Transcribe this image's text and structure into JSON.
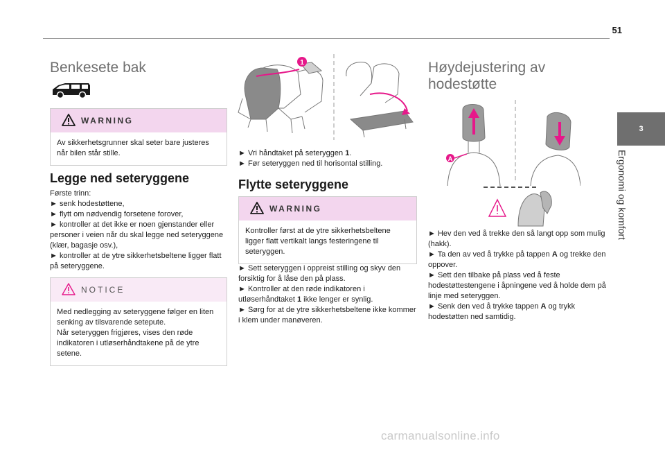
{
  "page": {
    "number": "51",
    "chapter_tab": "3",
    "chapter_title": "Ergonomi og komfort"
  },
  "left": {
    "title": "Benkesete bak",
    "warning": {
      "label": "WARNING",
      "text": "Av sikkerhetsgrunner skal seter bare justeres når bilen står stille."
    },
    "section_title": "Legge ned seteryggene",
    "steps": [
      "Første trinn:",
      "► senk hodestøttene,",
      "► flytt om nødvendig forsetene forover,",
      "► kontroller at det ikke er noen gjenstander eller personer i veien når du skal legge ned seteryggene (klær, bagasje osv.),",
      "► kontroller at de ytre sikkerhetsbeltene ligger flatt på seteryggene."
    ],
    "notice": {
      "label": "NOTICE",
      "lines": [
        "Med nedlegging av seteryggene følger en liten senking av tilsvarende setepute.",
        "Når seteryggen frigjøres, vises den røde indikatoren i utløserhåndtakene på de ytre setene."
      ]
    }
  },
  "middle": {
    "figure_marker": "1",
    "instructions": [
      {
        "pre": "► Vri håndtaket på seteryggen ",
        "bold": "1",
        "post": "."
      },
      {
        "pre": "► Før seteryggen ned til horisontal stilling.",
        "bold": "",
        "post": ""
      }
    ],
    "section_title": "Flytte seteryggene",
    "warning": {
      "label": "WARNING",
      "text": "Kontroller først at de ytre sikkerhetsbeltene ligger flatt vertikalt langs festeringene til seteryggen."
    },
    "steps": [
      {
        "pre": "► Sett seteryggen i oppreist stilling og skyv den forsiktig for å låse den på plass.",
        "bold": "",
        "post": ""
      },
      {
        "pre": "► Kontroller at den røde indikatoren i utløserhåndtaket ",
        "bold": "1",
        "post": " ikke lenger er synlig."
      },
      {
        "pre": "► Sørg for at de ytre sikkerhetsbeltene ikke kommer i klem under manøveren.",
        "bold": "",
        "post": ""
      }
    ]
  },
  "right": {
    "title_line1": "Høydejustering av",
    "title_line2": "hodestøtte",
    "figure_marker": "A",
    "steps": [
      {
        "pre": "► Hev den ved å trekke den så langt opp som mulig (hakk).",
        "bold": "",
        "post": ""
      },
      {
        "pre": "► Ta den av ved å trykke på tappen ",
        "bold": "A",
        "post": " og trekke den oppover."
      },
      {
        "pre": "► Sett den tilbake på plass ved å feste hodestøttestengene i åpningene ved å holde dem på linje med seteryggen.",
        "bold": "",
        "post": ""
      },
      {
        "pre": "► Senk den ved å trykke tappen ",
        "bold": "A",
        "post": " og trykk hodestøtten ned samtidig."
      }
    ]
  },
  "watermark": "carmanualsonline.info",
  "colors": {
    "accent_pink": "#e6188a",
    "warning_bg": "#f3d6ee",
    "notice_bg": "#f9eaf6",
    "tab_gray": "#6f6f6f"
  }
}
